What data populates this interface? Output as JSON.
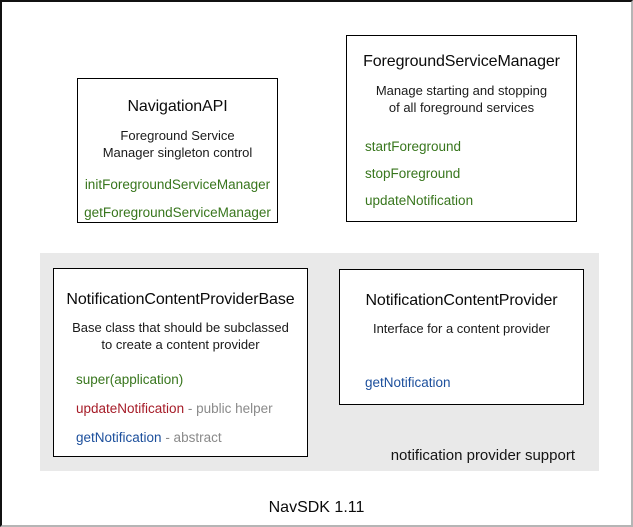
{
  "canvas": {
    "footer_label": "NavSDK 1.11"
  },
  "region": {
    "label": "notification provider support",
    "background": "#e9e9e9"
  },
  "colors": {
    "method_green": "#38761d",
    "method_red": "#a61c28",
    "method_blue": "#1c4f9c",
    "annotation_gray": "#8a8a8a",
    "box_border": "#000000"
  },
  "boxes": {
    "navigation_api": {
      "title": "NavigationAPI",
      "desc_line1": "Foreground Service",
      "desc_line2": "Manager singleton control",
      "methods": {
        "m1": "initForegroundServiceManager",
        "m2": "getForegroundServiceManager"
      }
    },
    "foreground_service_manager": {
      "title": "ForegroundServiceManager",
      "desc_line1": "Manage starting and stopping",
      "desc_line2": "of all foreground services",
      "methods": {
        "m1": "startForeground",
        "m2": "stopForeground",
        "m3": "updateNotification"
      }
    },
    "notification_content_provider_base": {
      "title": "NotificationContentProviderBase",
      "desc_line1": "Base class that should be subclassed",
      "desc_line2": "to create a content provider",
      "methods": {
        "m1": "super(application)",
        "m2_name": "updateNotification",
        "m2_suffix": " - public helper",
        "m3_name": "getNotification",
        "m3_suffix": " - abstract"
      }
    },
    "notification_content_provider": {
      "title": "NotificationContentProvider",
      "desc_line1": "Interface for a content provider",
      "methods": {
        "m1": "getNotification"
      }
    }
  }
}
